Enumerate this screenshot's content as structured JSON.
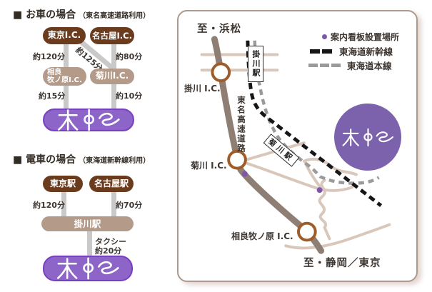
{
  "car": {
    "title": "■ お車の場合",
    "subtitle": "（東名高速道路利用）",
    "tokyo_ic": "東京I.C.",
    "nagoya_ic": "名古屋I.C.",
    "sagara_line1": "相良",
    "sagara_line2": "牧ノ原I.C.",
    "kikugawa_ic": "菊川I.C.",
    "time_tokyo_sagara": "約120分",
    "time_tokyo_kikugawa": "約125分",
    "time_nagoya_kikugawa": "約80分",
    "time_sagara_dest": "約15分",
    "time_kikugawa_dest": "約10分"
  },
  "train": {
    "title": "■ 電車の場合",
    "subtitle": "（東海道新幹線利用）",
    "tokyo_sta": "東京駅",
    "nagoya_sta": "名古屋駅",
    "time_tokyo": "約120分",
    "time_nagoya": "約70分",
    "kakegawa_sta": "掛川駅",
    "taxi_line1": "タクシー",
    "taxi_line2": "約20分"
  },
  "map": {
    "dest_hamamatsu": "至・浜松",
    "dest_shizuoka_tokyo": "至・静岡／東京",
    "kakegawa_station": "掛川駅",
    "kikugawa_station": "菊川駅",
    "kakegawa_ic": "掛川 I.C.",
    "kikugawa_ic": "菊川 I.C.",
    "sagara_ic": "相良牧ノ原 I.C.",
    "tomei_expressway": "東名高速道路",
    "legend": {
      "signboard": "案内看板設置場所",
      "shinkansen": "東海道新幹線",
      "main_line": "東海道本線"
    }
  },
  "colors": {
    "dark_brown_pill": "#6b3b1e",
    "light_brown_pill": "#b49a89",
    "logo_purple": "#8d65c8",
    "logo_border_purple": "#7a3fc1",
    "map_circle_purple": "#7c61ad",
    "signboard_dot_purple": "#7d56a8",
    "expressway_brown": "#8e7e74",
    "local_road_tan": "#d8c7ba",
    "ic_ring_brown": "#9e5c2a",
    "rail_black": "#161616",
    "rail_gray": "#9b9b9b",
    "connector_gray": "#c9c9c9"
  }
}
